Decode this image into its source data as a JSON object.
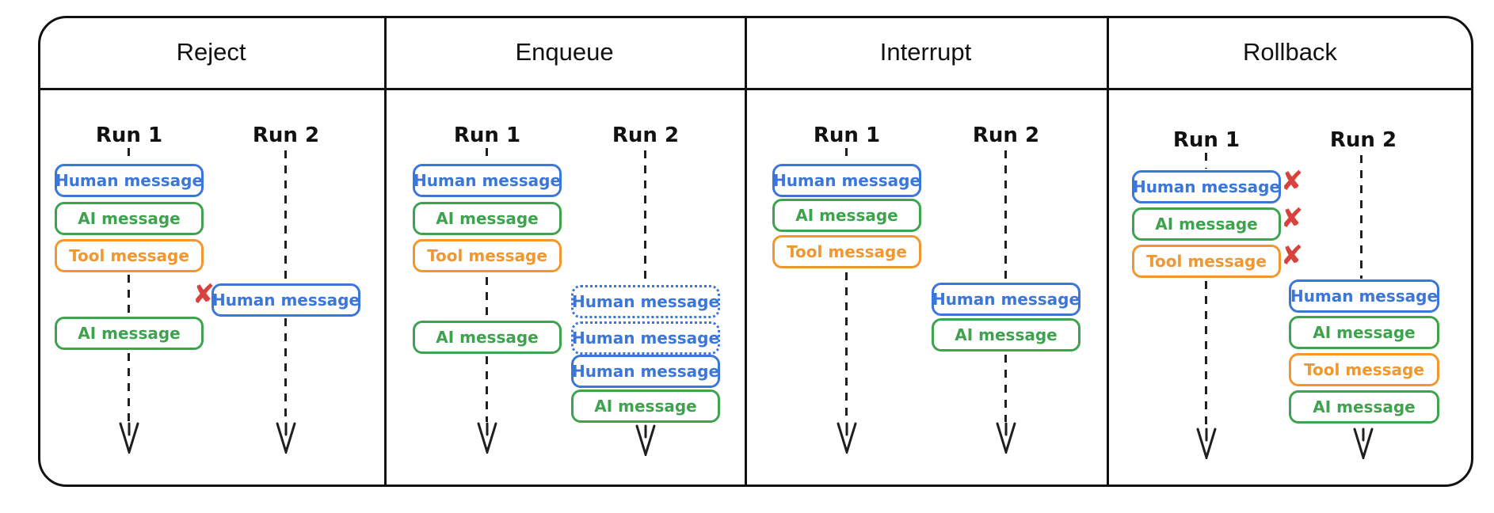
{
  "panels": [
    {
      "title": "Reject",
      "run1": {
        "label": "Run 1",
        "boxes": [
          {
            "type": "human",
            "label": "Human message"
          },
          {
            "type": "ai",
            "label": "AI message"
          },
          {
            "type": "tool",
            "label": "Tool message"
          },
          {
            "type": "ai",
            "label": "AI message"
          }
        ]
      },
      "run2": {
        "label": "Run 2",
        "boxes": [
          {
            "type": "human",
            "label": "Human message",
            "mark": "rejected-x"
          }
        ]
      }
    },
    {
      "title": "Enqueue",
      "run1": {
        "label": "Run 1",
        "boxes": [
          {
            "type": "human",
            "label": "Human message"
          },
          {
            "type": "ai",
            "label": "AI message"
          },
          {
            "type": "tool",
            "label": "Tool message"
          },
          {
            "type": "ai",
            "label": "AI message"
          }
        ]
      },
      "run2": {
        "label": "Run 2",
        "boxes": [
          {
            "type": "human",
            "label": "Human message",
            "style": "queued-dotted"
          },
          {
            "type": "human",
            "label": "Human message",
            "style": "queued-dotted"
          },
          {
            "type": "human",
            "label": "Human message"
          },
          {
            "type": "ai",
            "label": "AI message"
          }
        ]
      }
    },
    {
      "title": "Interrupt",
      "run1": {
        "label": "Run 1",
        "boxes": [
          {
            "type": "human",
            "label": "Human message"
          },
          {
            "type": "ai",
            "label": "AI message"
          },
          {
            "type": "tool",
            "label": "Tool message"
          }
        ]
      },
      "run2": {
        "label": "Run 2",
        "boxes": [
          {
            "type": "human",
            "label": "Human message"
          },
          {
            "type": "ai",
            "label": "AI message"
          }
        ]
      }
    },
    {
      "title": "Rollback",
      "run1": {
        "label": "Run 1",
        "boxes": [
          {
            "type": "human",
            "label": "Human message",
            "mark": "rolled-back-x"
          },
          {
            "type": "ai",
            "label": "AI message",
            "mark": "rolled-back-x"
          },
          {
            "type": "tool",
            "label": "Tool message",
            "mark": "rolled-back-x"
          }
        ]
      },
      "run2": {
        "label": "Run 2",
        "boxes": [
          {
            "type": "human",
            "label": "Human message"
          },
          {
            "type": "ai",
            "label": "AI message"
          },
          {
            "type": "tool",
            "label": "Tool message"
          },
          {
            "type": "ai",
            "label": "AI message"
          }
        ]
      }
    }
  ],
  "icons": {
    "x_mark": "✘"
  },
  "colors": {
    "human_message": "#3b76d8",
    "ai_message": "#3fa24e",
    "tool_message": "#f0982f",
    "x_mark": "#d8423c",
    "lane_line": "#1f1f1f",
    "frame": "#111111",
    "background": "#ffffff"
  }
}
